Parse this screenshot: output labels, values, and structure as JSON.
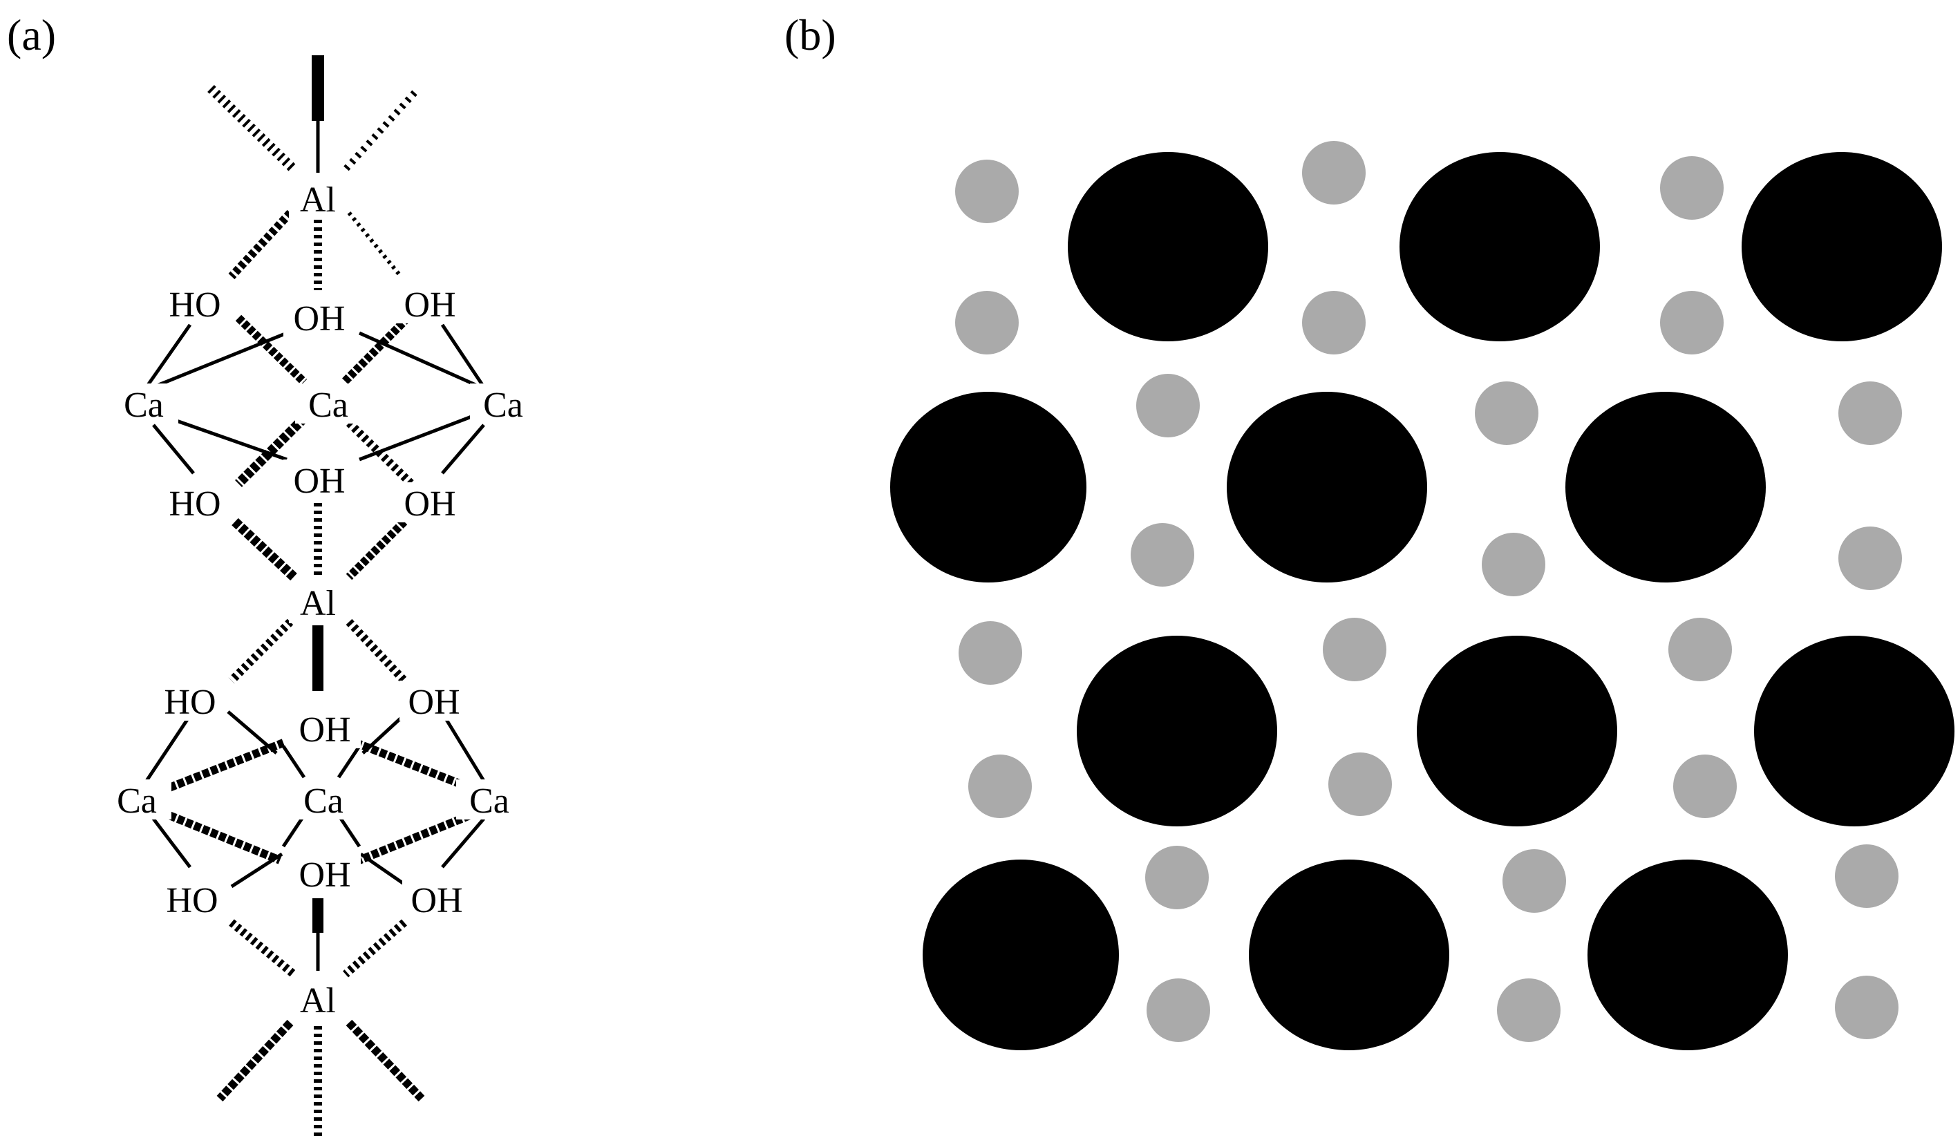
{
  "panels": {
    "a": {
      "label": "(a)"
    },
    "b": {
      "label": "(b)"
    }
  },
  "structure": {
    "aluminum": "Al",
    "calcium": "Ca",
    "hydroxyl_left": "HO",
    "hydroxyl_right": "OH"
  },
  "colors": {
    "ink": "#000000",
    "large_sphere": "#000000",
    "small_sphere": "#aaaaaa",
    "background": "#ffffff"
  }
}
